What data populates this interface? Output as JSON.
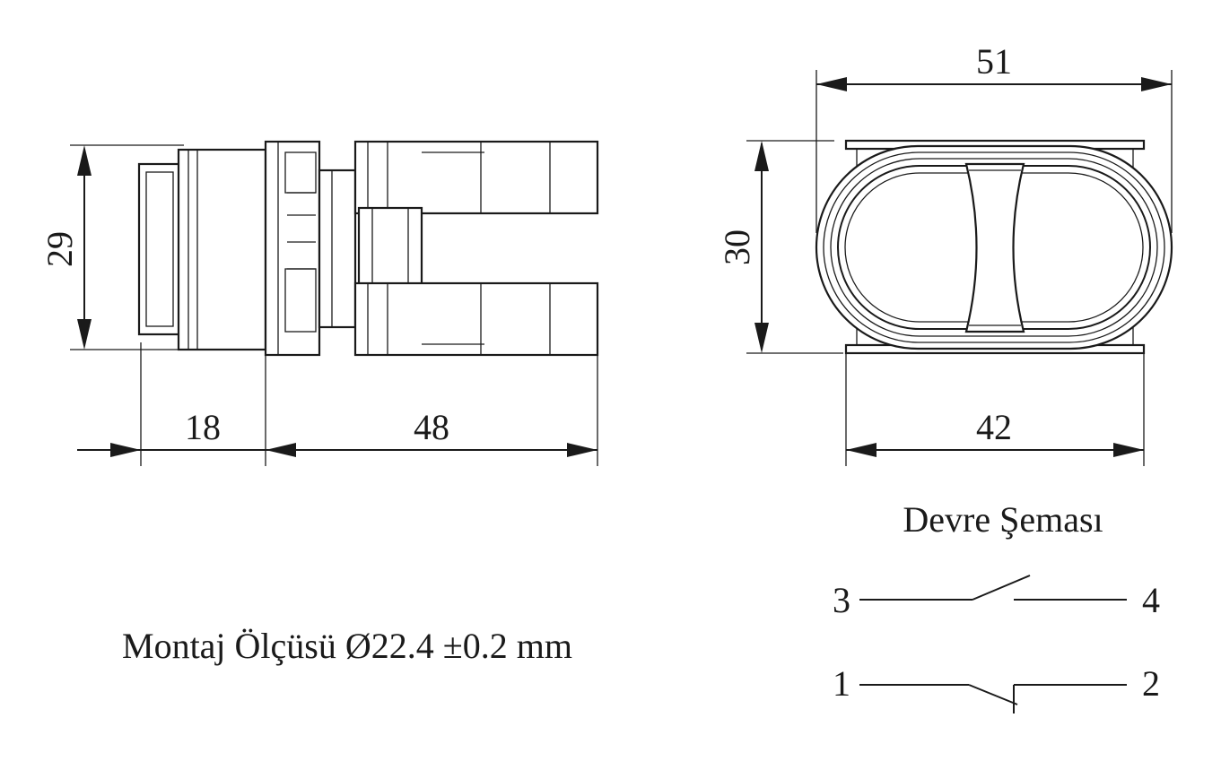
{
  "dimensions": {
    "side_height": "29",
    "front_depth": "18",
    "body_length": "48",
    "top_width": "51",
    "front_height": "30",
    "bottom_width": "42"
  },
  "circuit": {
    "title": "Devre Şeması",
    "terminals": [
      "3",
      "4",
      "1",
      "2"
    ]
  },
  "mounting": {
    "label": "Montaj Ölçüsü Ø22.4 ±0.2 mm"
  }
}
